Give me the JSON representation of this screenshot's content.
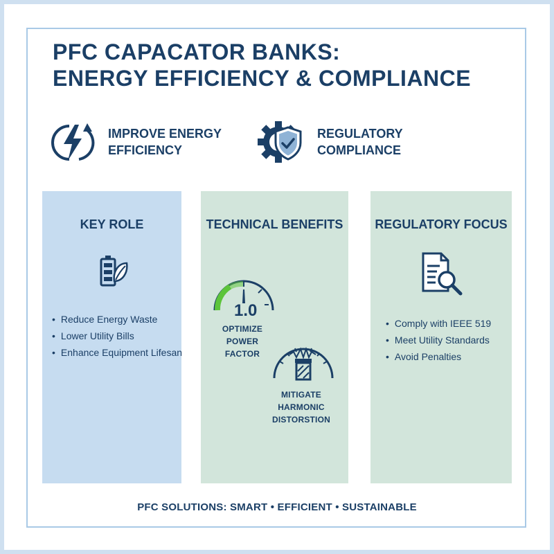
{
  "title": {
    "line1": "PFC CAPACATOR BANKS:",
    "line2": "ENERGY EFFICIENCY & COMPLIANCE"
  },
  "features": [
    {
      "icon": "lightning-cycle-icon",
      "line1": "IMPROVE ENERGY",
      "line2": "EFFICIENCY"
    },
    {
      "icon": "gear-shield-check-icon",
      "line1": "REGULATORY",
      "line2": "COMPLIANCE"
    }
  ],
  "panels": {
    "key_role": {
      "heading": "KEY ROLE",
      "icon": "battery-leaf-icon",
      "bullets": [
        "Reduce Energy Waste",
        "Lower Utility Bills",
        "Enhance Equipment Lifesan"
      ]
    },
    "technical": {
      "heading": "TECHNICAL BENEFITS",
      "gauge1": {
        "value": "1.0",
        "caption1": "OPTIMIZE",
        "caption2": "POWER FACTOR",
        "icon": "power-factor-gauge-icon"
      },
      "gauge2": {
        "caption1": "MITIGATE",
        "caption2": "HARMONIC DISTORSTION",
        "icon": "harmonic-gauge-icon"
      }
    },
    "regulatory": {
      "heading": "REGULATORY FOCUS",
      "icon": "document-magnifier-icon",
      "bullets": [
        "Comply with IEEE 519",
        "Meet Utility Standards",
        "Avoid Penalties"
      ]
    }
  },
  "footer": "PFC SOLUTIONS: SMART • EFFICIENT • SUSTAINABLE",
  "colors": {
    "navy": "#1b3f66",
    "blue_panel": "#c6dcf0",
    "green_panel": "#d2e5db",
    "gauge_green": "#5cc43a",
    "frame": "#a9c9e6"
  }
}
